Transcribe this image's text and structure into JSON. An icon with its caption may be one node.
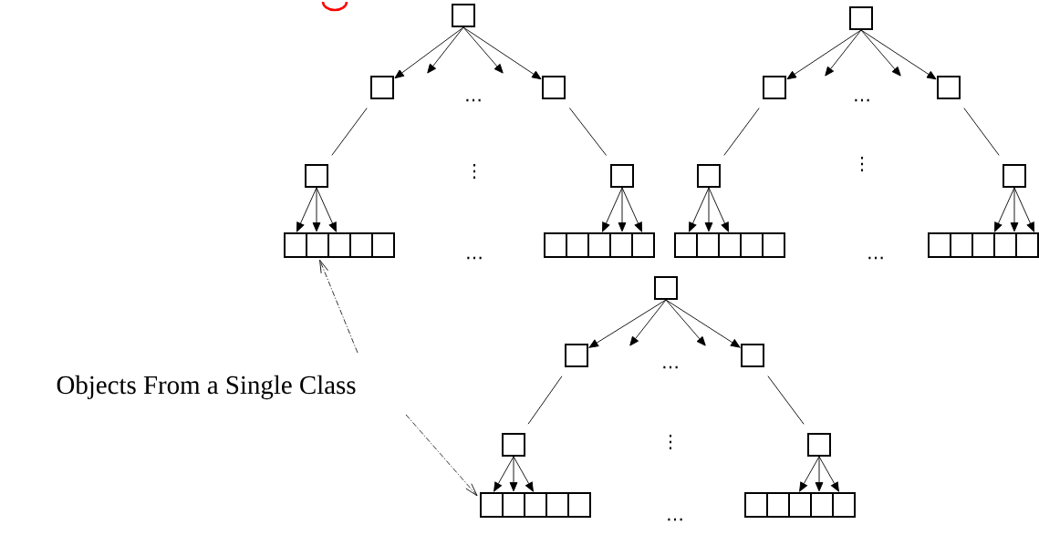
{
  "diagram": {
    "nodes": [
      {
        "text": [],
        "shape": "box"
      },
      {
        "text": [],
        "shape": "box"
      },
      {
        "text": [],
        "shape": "box"
      },
      {
        "text": [],
        "shape": "box"
      },
      {
        "text": [],
        "shape": "box"
      },
      {
        "text": [],
        "shape": "bar"
      },
      {
        "text": [],
        "shape": "bar"
      },
      {
        "text": [],
        "shape": "box"
      },
      {
        "text": [],
        "shape": "box"
      },
      {
        "text": [],
        "shape": "box"
      },
      {
        "text": [],
        "shape": "box"
      },
      {
        "text": [],
        "shape": "box"
      },
      {
        "text": [],
        "shape": "bar"
      },
      {
        "text": [],
        "shape": "bar"
      },
      {
        "text": [],
        "shape": "box"
      },
      {
        "text": [],
        "shape": "box"
      },
      {
        "text": [],
        "shape": "box"
      },
      {
        "text": [],
        "shape": "box"
      },
      {
        "text": [],
        "shape": "box"
      },
      {
        "text": [],
        "shape": "bar"
      },
      {
        "text": [],
        "shape": "bar"
      },
      {
        "text": [
          "Objects From a Single Class"
        ]
      }
    ],
    "edges": [
      {
        "from": 0,
        "to": 1,
        "arrow": "to"
      },
      {
        "from": 0,
        "to": null,
        "arrow": "to"
      },
      {
        "from": 0,
        "to": null,
        "arrow": "to"
      },
      {
        "from": 0,
        "to": 2,
        "arrow": "to"
      },
      {
        "from": 1,
        "to": 3,
        "arrow": "none"
      },
      {
        "from": 2,
        "to": 4,
        "arrow": "none"
      },
      {
        "from": 3,
        "to": 5,
        "arrow": "to"
      },
      {
        "from": 3,
        "to": 5,
        "arrow": "to"
      },
      {
        "from": 3,
        "to": 5,
        "arrow": "to"
      },
      {
        "from": 4,
        "to": 6,
        "arrow": "to"
      },
      {
        "from": 4,
        "to": 6,
        "arrow": "to"
      },
      {
        "from": 4,
        "to": 6,
        "arrow": "to"
      },
      {
        "from": 7,
        "to": 8,
        "arrow": "to"
      },
      {
        "from": 7,
        "to": null,
        "arrow": "to"
      },
      {
        "from": 7,
        "to": null,
        "arrow": "to"
      },
      {
        "from": 7,
        "to": 9,
        "arrow": "to"
      },
      {
        "from": 8,
        "to": 10,
        "arrow": "none"
      },
      {
        "from": 9,
        "to": 11,
        "arrow": "none"
      },
      {
        "from": 10,
        "to": 12,
        "arrow": "to"
      },
      {
        "from": 10,
        "to": 12,
        "arrow": "to"
      },
      {
        "from": 10,
        "to": 12,
        "arrow": "to"
      },
      {
        "from": 11,
        "to": 13,
        "arrow": "to"
      },
      {
        "from": 11,
        "to": 13,
        "arrow": "to"
      },
      {
        "from": 11,
        "to": 13,
        "arrow": "to"
      },
      {
        "from": 14,
        "to": 15,
        "arrow": "to"
      },
      {
        "from": 14,
        "to": null,
        "arrow": "to"
      },
      {
        "from": 14,
        "to": null,
        "arrow": "to"
      },
      {
        "from": 14,
        "to": 16,
        "arrow": "to"
      },
      {
        "from": 15,
        "to": 17,
        "arrow": "none"
      },
      {
        "from": 16,
        "to": 18,
        "arrow": "none"
      },
      {
        "from": 17,
        "to": 19,
        "arrow": "to"
      },
      {
        "from": 17,
        "to": 19,
        "arrow": "to"
      },
      {
        "from": 17,
        "to": 19,
        "arrow": "to"
      },
      {
        "from": 18,
        "to": 20,
        "arrow": "to"
      },
      {
        "from": 18,
        "to": 20,
        "arrow": "to"
      },
      {
        "from": 18,
        "to": 20,
        "arrow": "to"
      },
      {
        "from": 21,
        "to": 5,
        "arrow": "to",
        "style": "dashed"
      },
      {
        "from": 21,
        "to": 19,
        "arrow": "to",
        "style": "dashed"
      }
    ],
    "labels": [
      "…",
      "⋮",
      "…",
      "…",
      "⋮",
      "…",
      "…",
      "⋮",
      "…"
    ]
  }
}
